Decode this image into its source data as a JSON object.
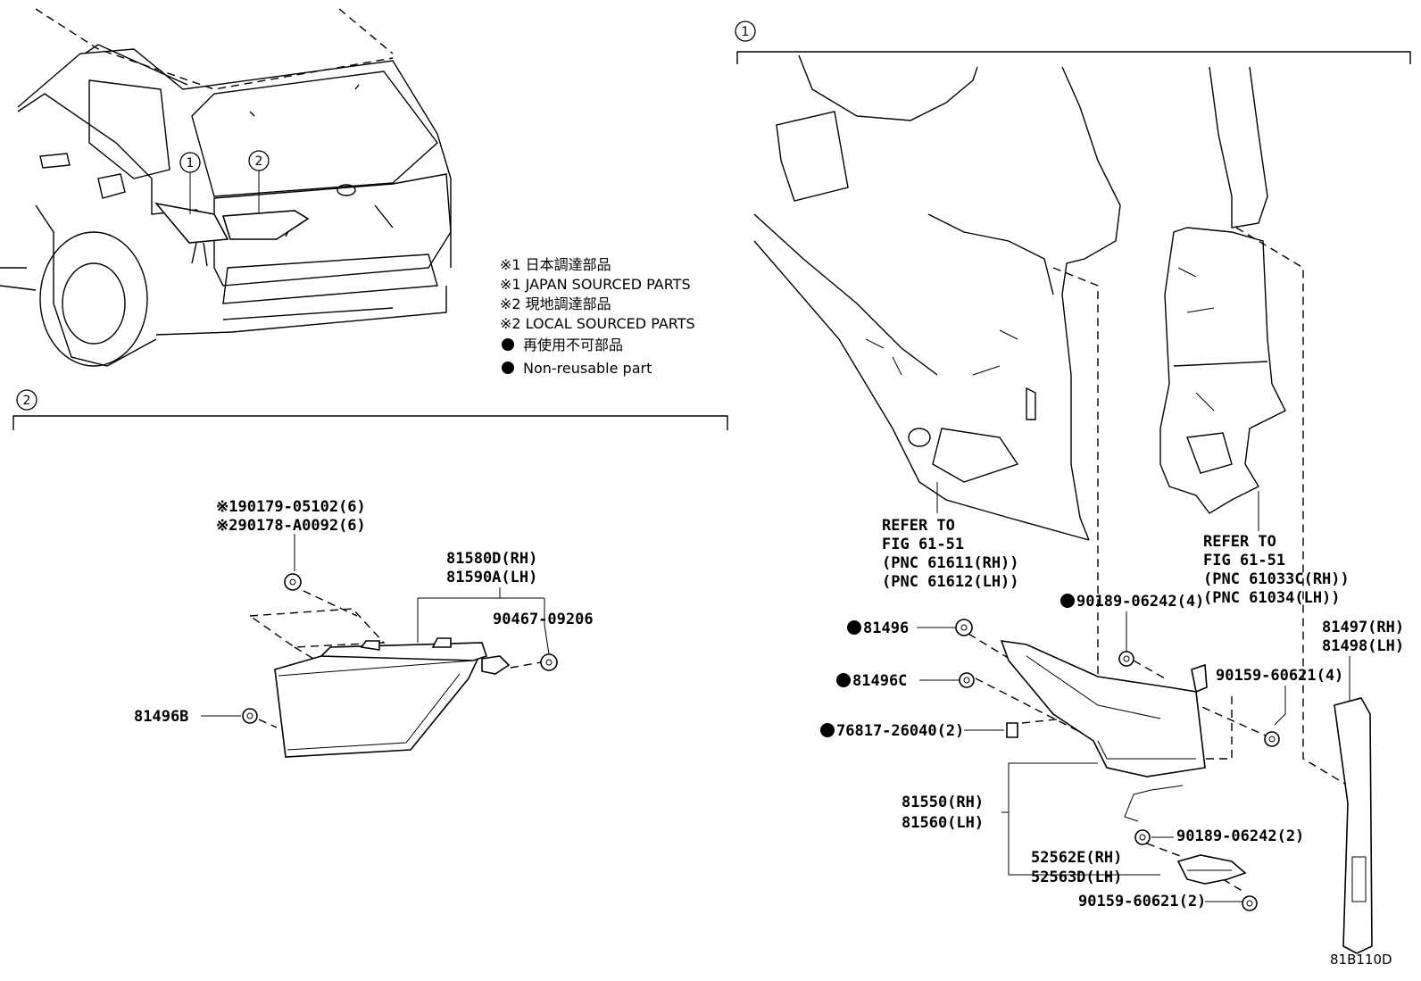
{
  "notes": {
    "n1_jp": "※1 日本調達部品",
    "n1_en": "※1 JAPAN SOURCED PARTS",
    "n2_jp": "※2 現地調達部品",
    "n2_en": "※2 LOCAL SOURCED PARTS",
    "n3_jp": "再使用不可部品",
    "n3_en": "Non-reusable part"
  },
  "callouts": {
    "one": "1",
    "two": "2"
  },
  "section2": {
    "clip_a": "※190179-05102(6)",
    "clip_b": "※290178-A0092(6)",
    "lamp_rh": "81580D(RH)",
    "lamp_lh": "81590A(LH)",
    "screw": "90467-09206",
    "gasket": "81496B"
  },
  "section1": {
    "refer1_a": "REFER TO",
    "refer1_b": "FIG 61-51",
    "refer1_c": "(PNC 61611(RH))",
    "refer1_d": "(PNC 61612(LH))",
    "refer2_a": "REFER TO",
    "refer2_b": "FIG 61-51",
    "refer2_c": "(PNC 61033C(RH))",
    "refer2_d": "(PNC 61034(LH))",
    "p81496": "81496",
    "p81496c": "81496C",
    "p76817": "76817-26040(2)",
    "p90189_top": "90189-06242(4)",
    "p90159_right": "90159-60621(4)",
    "p81497": "81497(RH)",
    "p81498": "81498(LH)",
    "p81550": "81550(RH)",
    "p81560": "81560(LH)",
    "p90189_bottom": "90189-06242(2)",
    "p52562": "52562E(RH)",
    "p52563": "52563D(LH)",
    "p90159_bottom": "90159-60621(2)"
  },
  "figure_code": "81B110D"
}
